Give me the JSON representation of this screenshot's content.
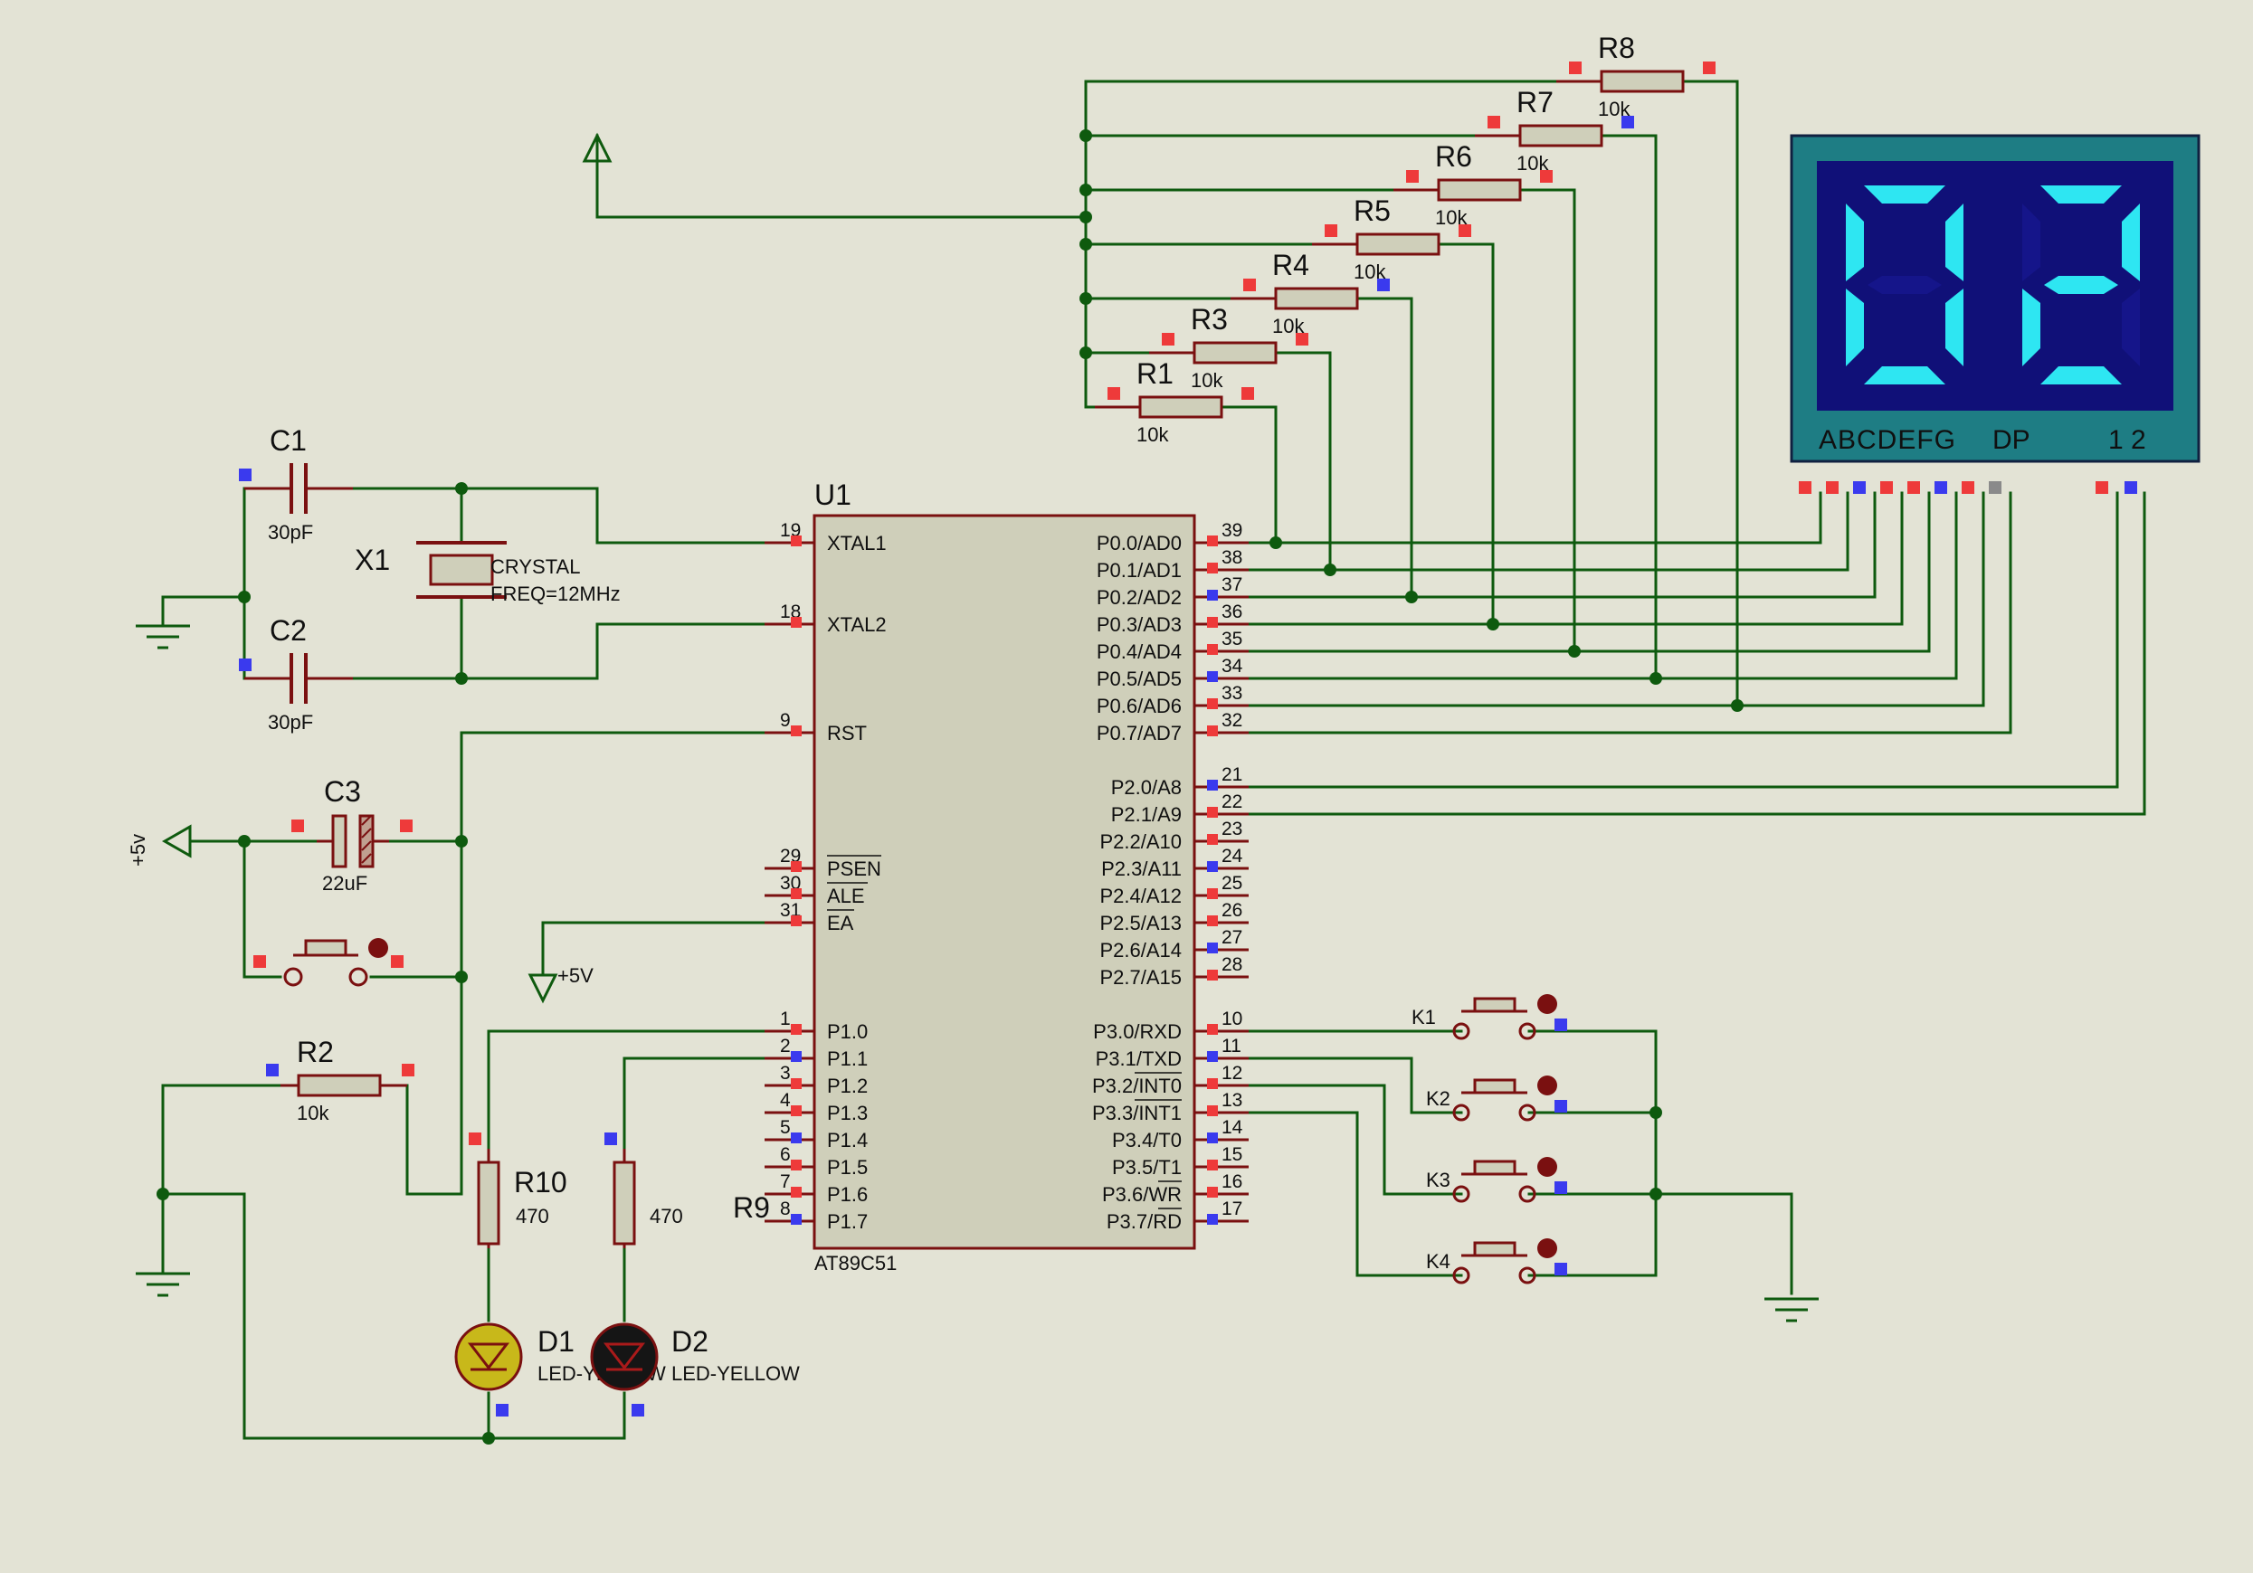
{
  "colors": {
    "background": "#e3e3d5",
    "wire": "#0e5a0e",
    "component_outline": "#7a1010",
    "chip_fill": "#cfcfba",
    "display_frame": "#1e7d84",
    "display_digit": "#2ee6f2",
    "pin_red": "#ee3a3a",
    "pin_blue": "#3a3aee"
  },
  "mcu": {
    "ref": "U1",
    "part": "AT89C51",
    "left_pins": [
      {
        "num": "19",
        "name": "XTAL1"
      },
      {
        "num": "18",
        "name": "XTAL2"
      },
      {
        "num": "9",
        "name": "RST"
      },
      {
        "num": "29",
        "name": "PSEN"
      },
      {
        "num": "30",
        "name": "ALE"
      },
      {
        "num": "31",
        "name": "EA"
      },
      {
        "num": "1",
        "name": "P1.0"
      },
      {
        "num": "2",
        "name": "P1.1"
      },
      {
        "num": "3",
        "name": "P1.2"
      },
      {
        "num": "4",
        "name": "P1.3"
      },
      {
        "num": "5",
        "name": "P1.4"
      },
      {
        "num": "6",
        "name": "P1.5"
      },
      {
        "num": "7",
        "name": "P1.6"
      },
      {
        "num": "8",
        "name": "P1.7"
      }
    ],
    "right_pins": [
      {
        "num": "39",
        "name": "P0.0/AD0"
      },
      {
        "num": "38",
        "name": "P0.1/AD1"
      },
      {
        "num": "37",
        "name": "P0.2/AD2"
      },
      {
        "num": "36",
        "name": "P0.3/AD3"
      },
      {
        "num": "35",
        "name": "P0.4/AD4"
      },
      {
        "num": "34",
        "name": "P0.5/AD5"
      },
      {
        "num": "33",
        "name": "P0.6/AD6"
      },
      {
        "num": "32",
        "name": "P0.7/AD7"
      },
      {
        "num": "21",
        "name": "P2.0/A8"
      },
      {
        "num": "22",
        "name": "P2.1/A9"
      },
      {
        "num": "23",
        "name": "P2.2/A10"
      },
      {
        "num": "24",
        "name": "P2.3/A11"
      },
      {
        "num": "25",
        "name": "P2.4/A12"
      },
      {
        "num": "26",
        "name": "P2.5/A13"
      },
      {
        "num": "27",
        "name": "P2.6/A14"
      },
      {
        "num": "28",
        "name": "P2.7/A15"
      },
      {
        "num": "10",
        "name": "P3.0/RXD"
      },
      {
        "num": "11",
        "name": "P3.1/TXD"
      },
      {
        "num": "12",
        "name": "P3.2/INT0"
      },
      {
        "num": "13",
        "name": "P3.3/INT1"
      },
      {
        "num": "14",
        "name": "P3.4/T0"
      },
      {
        "num": "15",
        "name": "P3.5/T1"
      },
      {
        "num": "16",
        "name": "P3.6/WR"
      },
      {
        "num": "17",
        "name": "P3.7/RD"
      }
    ]
  },
  "resistors": {
    "r8": {
      "ref": "R8",
      "value": "10k"
    },
    "r7": {
      "ref": "R7",
      "value": "10k"
    },
    "r6": {
      "ref": "R6",
      "value": "10k"
    },
    "r5": {
      "ref": "R5",
      "value": "10k"
    },
    "r4": {
      "ref": "R4",
      "value": "10k"
    },
    "r3": {
      "ref": "R3",
      "value": "10k"
    },
    "r1": {
      "ref": "R1",
      "value": "10k"
    },
    "r2": {
      "ref": "R2",
      "value": "10k"
    },
    "r10": {
      "ref": "R10",
      "value": "470"
    },
    "r9": {
      "ref": "R9",
      "value": "470"
    }
  },
  "capacitors": {
    "c1": {
      "ref": "C1",
      "value": "30pF"
    },
    "c2": {
      "ref": "C2",
      "value": "30pF"
    },
    "c3": {
      "ref": "C3",
      "value": "22uF"
    }
  },
  "crystal": {
    "ref": "X1",
    "type": "CRYSTAL",
    "freq": "FREQ=12MHz"
  },
  "leds": {
    "d1": {
      "ref": "D1",
      "type": "LED-YELLOW",
      "lit": true,
      "color": "#c8b81a"
    },
    "d2": {
      "ref": "D2",
      "type": "LED-YELLOW",
      "lit": false,
      "color": "#151515"
    }
  },
  "keys": {
    "k1": "K1",
    "k2": "K2",
    "k3": "K3",
    "k4": "K4"
  },
  "power": {
    "vcc_left": "+5v",
    "vcc_ea": "+5V"
  },
  "display": {
    "digits": [
      "0",
      "2"
    ],
    "segment_labels": "ABCDEFG",
    "dp_label": "DP",
    "common_labels": "1 2"
  }
}
